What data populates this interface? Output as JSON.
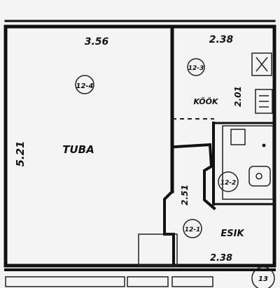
{
  "rooms": {
    "living": {
      "name": "TUBA",
      "code": "12-4",
      "width": "3.56",
      "height": "5.21"
    },
    "kitchen": {
      "name": "KÖÖK",
      "code": "12-3",
      "width": "2.38",
      "height": "2.01"
    },
    "bath": {
      "code": "12-2"
    },
    "hall": {
      "name": "ESIK",
      "code": "12-1",
      "width": "2.38",
      "height": "2.51"
    },
    "stair": {
      "code": "13"
    }
  }
}
